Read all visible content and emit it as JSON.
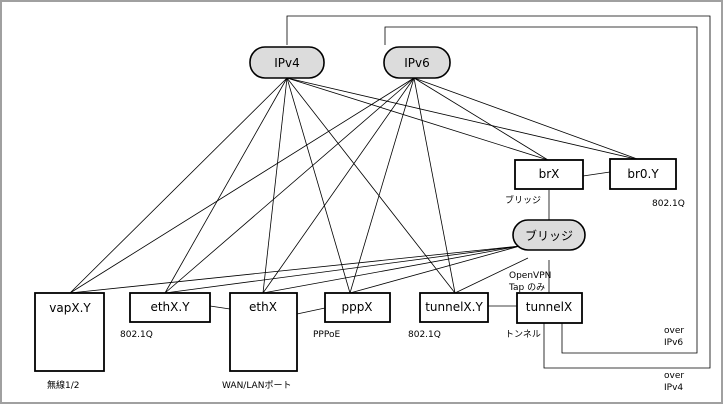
{
  "nodes": {
    "ipv4": "IPv4",
    "ipv6": "IPv6",
    "bridge_pill": "ブリッジ",
    "brx": "brX",
    "br0y": "br0.Y",
    "vapxy": "vapX.Y",
    "ethxy": "ethX.Y",
    "ethx": "ethX",
    "pppx": "pppX",
    "tunnelxy": "tunnelX.Y",
    "tunnelx": "tunnelX"
  },
  "labels": {
    "bridge_small": "ブリッジ",
    "br0y_8021q": "802.1Q",
    "vap_wireless": "無線1/2",
    "ethxy_8021q": "802.1Q",
    "ethx_port": "WAN/LANポート",
    "pppoe": "PPPoE",
    "tunnelxy_8021q": "802.1Q",
    "tunnel_label": "トンネル",
    "openvpn_line1": "OpenVPN",
    "openvpn_line2": "Tap のみ",
    "over_ipv6_line1": "over",
    "over_ipv6_line2": "IPv6",
    "over_ipv4_line1": "over",
    "over_ipv4_line2": "IPv4"
  },
  "colors": {
    "pill_fill": "#dcdcdc",
    "frame": "#a0a0a0",
    "line": "#000000"
  }
}
